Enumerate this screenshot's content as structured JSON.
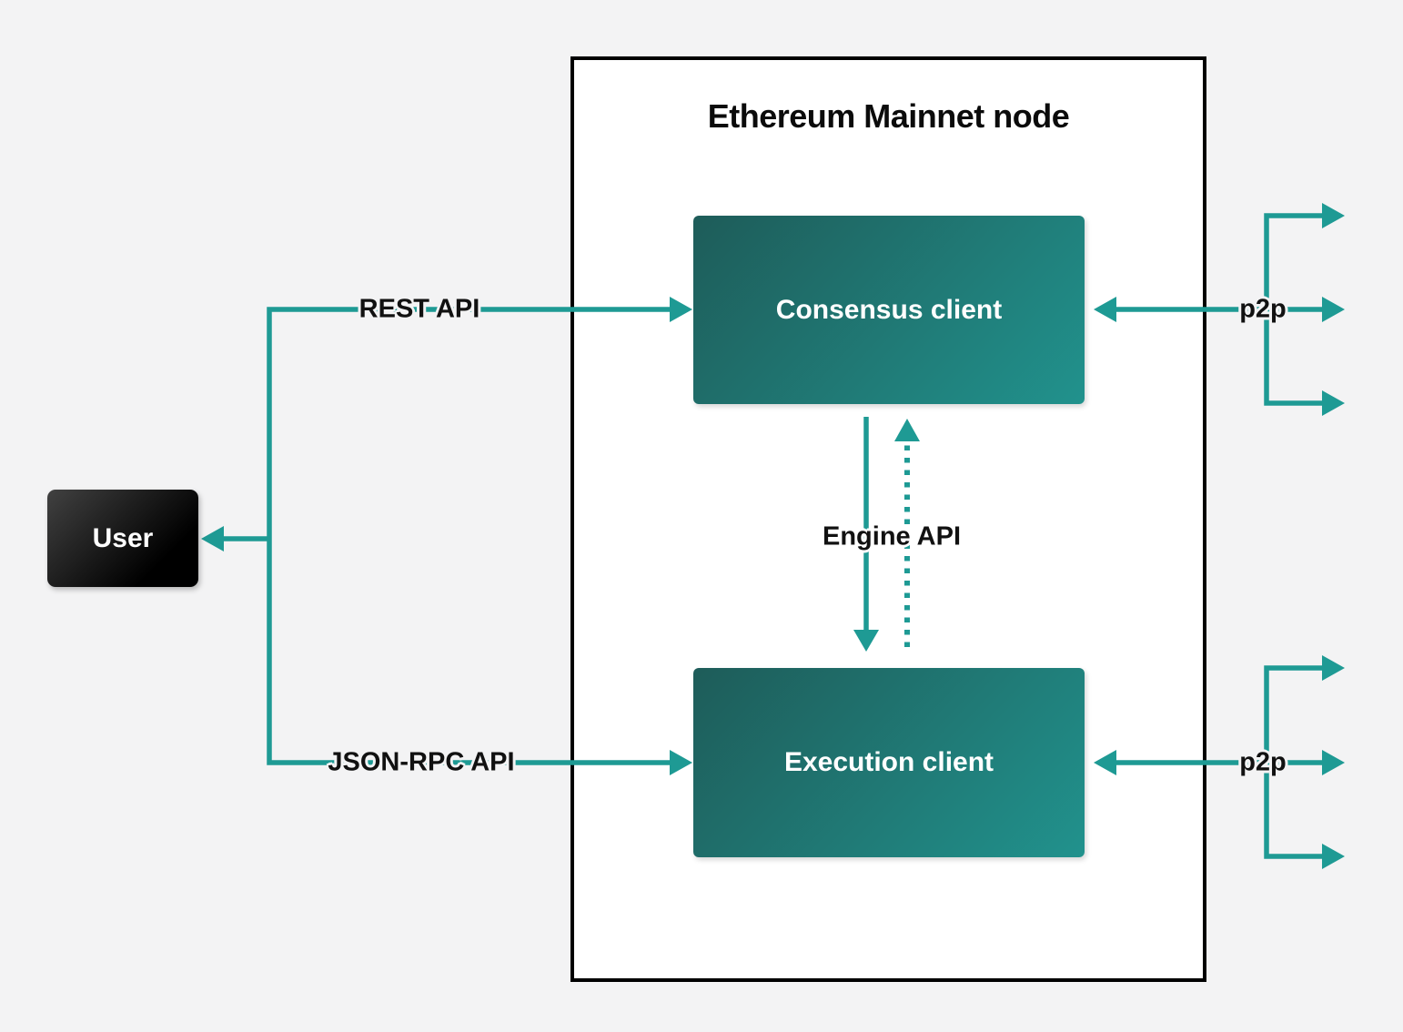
{
  "colors": {
    "background": "#f3f3f4",
    "node_background": "#ffffff",
    "node_border": "#000000",
    "accent_teal": "#1e9a94",
    "client_gradient_start": "#1e5c59",
    "client_gradient_end": "#21928d",
    "user_gradient_start": "#414141",
    "user_gradient_end": "#000000",
    "label_text": "#111111",
    "box_label_text": "#ffffff"
  },
  "diagram": {
    "title": "Ethereum Mainnet node",
    "nodes": {
      "user": {
        "label": "User"
      },
      "consensus": {
        "label": "Consensus client"
      },
      "execution": {
        "label": "Execution client"
      }
    },
    "edges": {
      "rest_api": {
        "label": "REST API"
      },
      "json_rpc_api": {
        "label": "JSON-RPC API"
      },
      "engine_api": {
        "label": "Engine API"
      },
      "p2p_consensus": {
        "label": "p2p"
      },
      "p2p_execution": {
        "label": "p2p"
      }
    }
  }
}
